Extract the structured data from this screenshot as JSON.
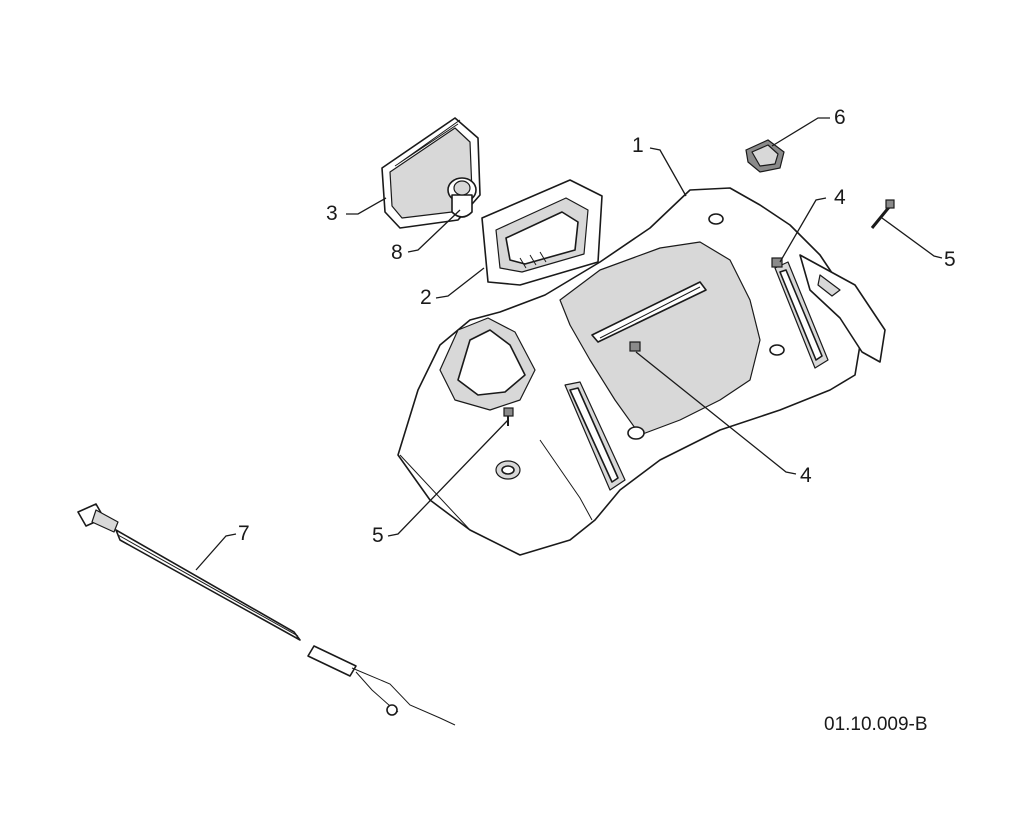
{
  "callouts": [
    {
      "id": "c1",
      "label": "1"
    },
    {
      "id": "c2",
      "label": "2"
    },
    {
      "id": "c3",
      "label": "3"
    },
    {
      "id": "c4a",
      "label": "4"
    },
    {
      "id": "c4b",
      "label": "4"
    },
    {
      "id": "c5a",
      "label": "5"
    },
    {
      "id": "c5b",
      "label": "5"
    },
    {
      "id": "c6",
      "label": "6"
    },
    {
      "id": "c7",
      "label": "7"
    },
    {
      "id": "c8",
      "label": "8"
    }
  ],
  "reference_code": "01.10.009-B"
}
